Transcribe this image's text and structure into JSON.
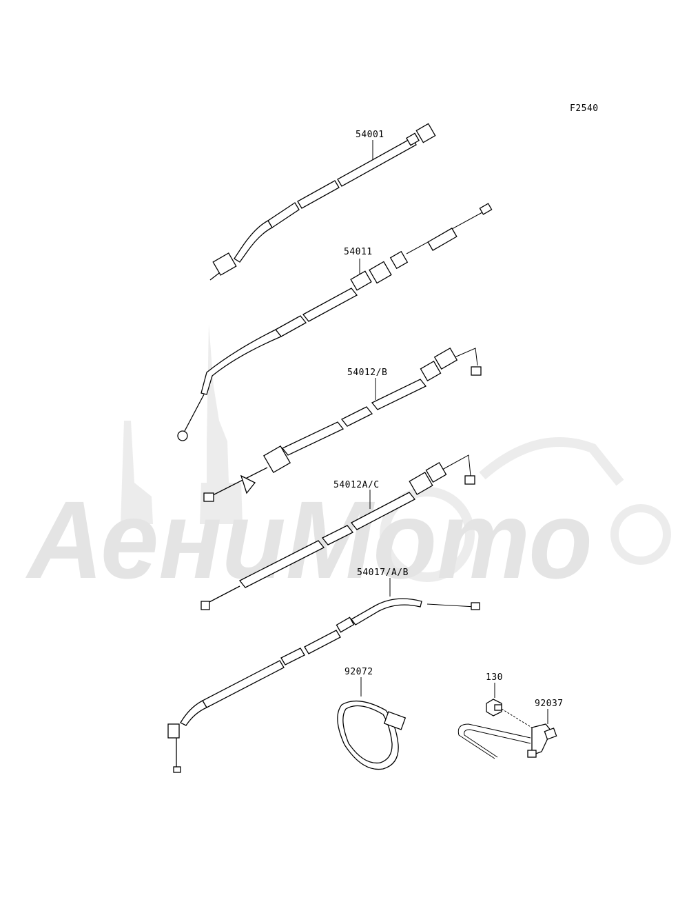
{
  "figure_code": "F2540",
  "watermark": {
    "text": "АениМото"
  },
  "parts": [
    {
      "id": "p1",
      "label": "54001"
    },
    {
      "id": "p2",
      "label": "54011"
    },
    {
      "id": "p3",
      "label": "54012/B"
    },
    {
      "id": "p4",
      "label": "54012A/C"
    },
    {
      "id": "p5",
      "label": "54017/A/B"
    },
    {
      "id": "p6",
      "label": "92072"
    },
    {
      "id": "p7",
      "label": "130"
    },
    {
      "id": "p8",
      "label": "92037"
    }
  ]
}
